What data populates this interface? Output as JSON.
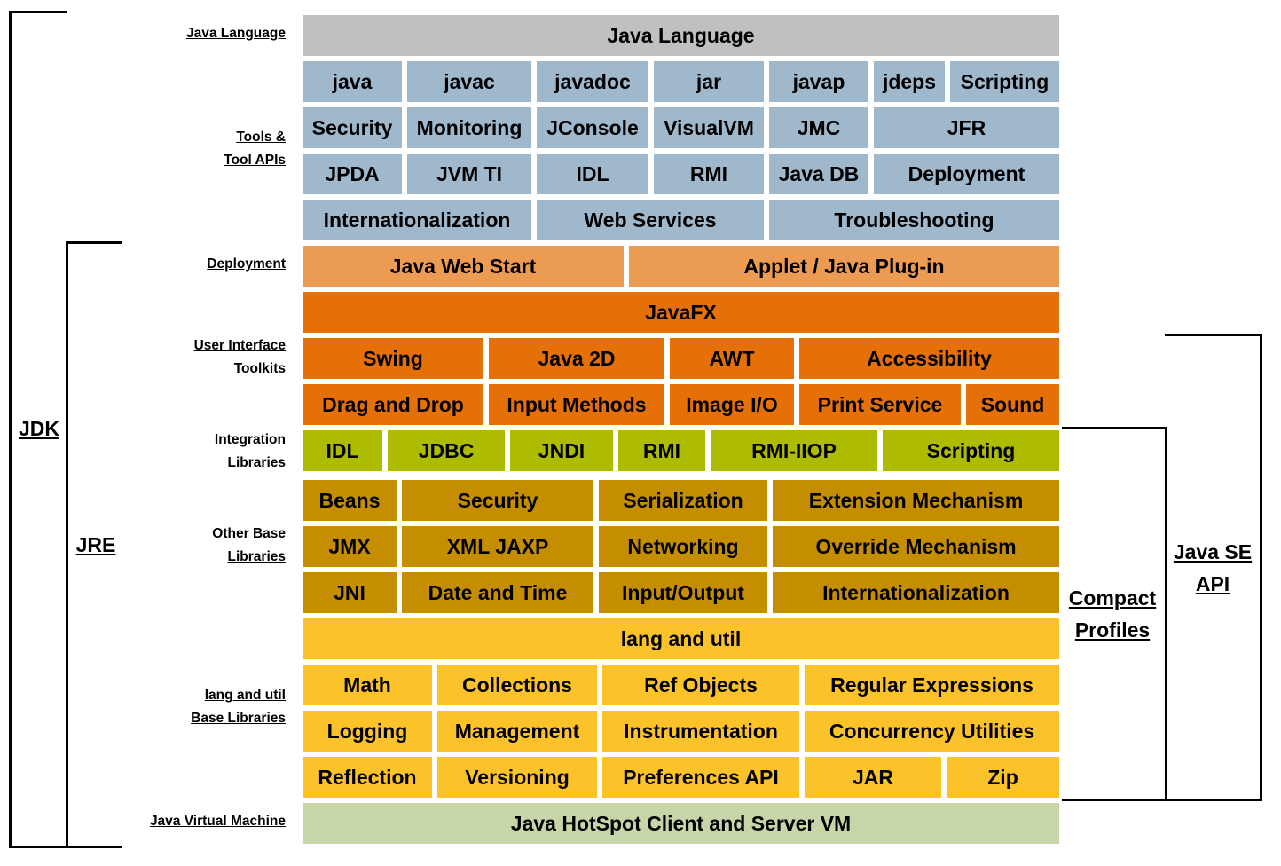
{
  "side_labels": {
    "java_language": "Java Language",
    "tools_1": "Tools &",
    "tools_2": "Tool APIs",
    "deployment": "Deployment",
    "ui_1": "User Interface",
    "ui_2": "Toolkits",
    "integration_1": "Integration",
    "integration_2": "Libraries",
    "other_1": "Other Base",
    "other_2": "Libraries",
    "lang_1": "lang and util",
    "lang_2": "Base Libraries",
    "jvm": "Java Virtual Machine"
  },
  "brackets": {
    "jdk": "JDK",
    "jre": "JRE",
    "compact_1": "Compact",
    "compact_2": "Profiles",
    "javase_1": "Java SE",
    "javase_2": "API"
  },
  "colors": {
    "language": "#c0c0c0",
    "tools": "#a0b8cc",
    "deployment": "#ec9c52",
    "ui": "#e57008",
    "integration": "#adbc00",
    "other": "#c48e00",
    "lang": "#fcc22a",
    "jvm": "#c6d6a8"
  },
  "rows": {
    "r1": [
      "Java Language"
    ],
    "r2": [
      "java",
      "javac",
      "javadoc",
      "jar",
      "javap",
      "jdeps",
      "Scripting"
    ],
    "r3": [
      "Security",
      "Monitoring",
      "JConsole",
      "VisualVM",
      "JMC",
      "JFR"
    ],
    "r4": [
      "JPDA",
      "JVM TI",
      "IDL",
      "RMI",
      "Java DB",
      "Deployment"
    ],
    "r5": [
      "Internationalization",
      "Web Services",
      "Troubleshooting"
    ],
    "r6": [
      "Java Web Start",
      "Applet / Java Plug-in"
    ],
    "r7": [
      "JavaFX"
    ],
    "r8": [
      "Swing",
      "Java 2D",
      "AWT",
      "Accessibility"
    ],
    "r9": [
      "Drag and Drop",
      "Input Methods",
      "Image I/O",
      "Print Service",
      "Sound"
    ],
    "r10": [
      "IDL",
      "JDBC",
      "JNDI",
      "RMI",
      "RMI-IIOP",
      "Scripting"
    ],
    "r11": [
      "Beans",
      "Security",
      "Serialization",
      "Extension Mechanism"
    ],
    "r12": [
      "JMX",
      "XML JAXP",
      "Networking",
      "Override Mechanism"
    ],
    "r13": [
      "JNI",
      "Date and Time",
      "Input/Output",
      "Internationalization"
    ],
    "r14": [
      "lang and util"
    ],
    "r15": [
      "Math",
      "Collections",
      "Ref Objects",
      "Regular Expressions"
    ],
    "r16": [
      "Logging",
      "Management",
      "Instrumentation",
      "Concurrency Utilities"
    ],
    "r17": [
      "Reflection",
      "Versioning",
      "Preferences API",
      "JAR",
      "Zip"
    ],
    "r18": [
      "Java HotSpot Client and Server VM"
    ]
  }
}
